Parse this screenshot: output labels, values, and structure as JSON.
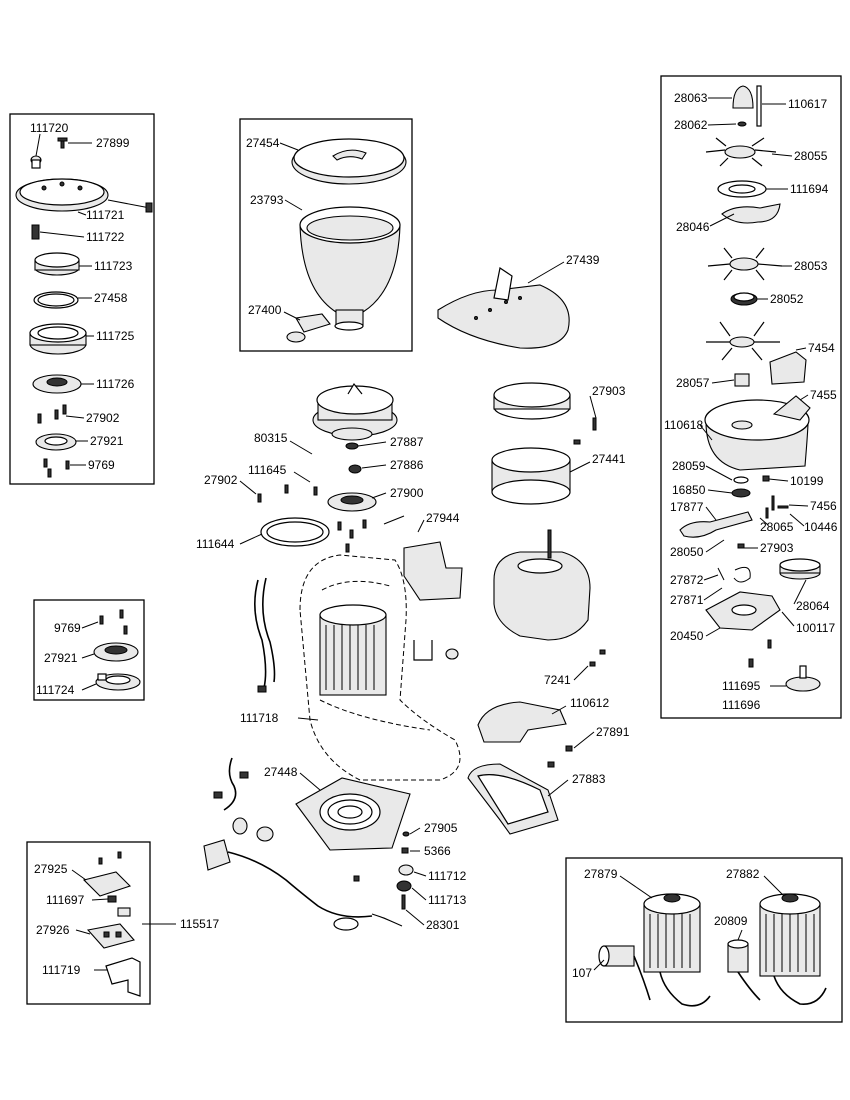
{
  "diagram": {
    "labels": {
      "l_111720": "111720",
      "l_27899": "27899",
      "l_111721": "111721",
      "l_111722": "111722",
      "l_111723": "111723",
      "l_27458": "27458",
      "l_111725": "111725",
      "l_111726": "111726",
      "l_27902a": "27902",
      "l_27921a": "27921",
      "l_9769a": "9769",
      "l_27454": "27454",
      "l_23793": "23793",
      "l_27400": "27400",
      "l_27439": "27439",
      "l_28063": "28063",
      "l_110617": "110617",
      "l_28062": "28062",
      "l_28055": "28055",
      "l_111694": "111694",
      "l_28046": "28046",
      "l_28053": "28053",
      "l_28052": "28052",
      "l_7454": "7454",
      "l_28057": "28057",
      "l_7455": "7455",
      "l_110618": "110618",
      "l_28059": "28059",
      "l_10199": "10199",
      "l_16850": "16850",
      "l_7456": "7456",
      "l_17877": "17877",
      "l_28065": "28065",
      "l_10446": "10446",
      "l_28050": "28050",
      "l_27903b": "27903",
      "l_27872": "27872",
      "l_27871": "27871",
      "l_28064": "28064",
      "l_20450": "20450",
      "l_100117": "100117",
      "l_111695": "111695",
      "l_111696": "111696",
      "l_80315": "80315",
      "l_27887": "27887",
      "l_111645": "111645",
      "l_27886": "27886",
      "l_27902b": "27902",
      "l_27900": "27900",
      "l_111644": "111644",
      "l_27944": "27944",
      "l_27903a": "27903",
      "l_27441": "27441",
      "l_9769b": "9769",
      "l_27921b": "27921",
      "l_111724": "111724",
      "l_7241": "7241",
      "l_110612": "110612",
      "l_111718": "111718",
      "l_27891": "27891",
      "l_27448": "27448",
      "l_27883": "27883",
      "l_27905": "27905",
      "l_5366": "5366",
      "l_111712": "111712",
      "l_111713": "111713",
      "l_28301": "28301",
      "l_27925": "27925",
      "l_111697": "111697",
      "l_27926": "27926",
      "l_111719": "111719",
      "l_115517": "115517",
      "l_27879": "27879",
      "l_27882": "27882",
      "l_20809": "20809",
      "l_107": "107"
    }
  },
  "colors": {
    "line": "#000000",
    "background": "#ffffff",
    "part_fill": "#e9e9e9"
  }
}
